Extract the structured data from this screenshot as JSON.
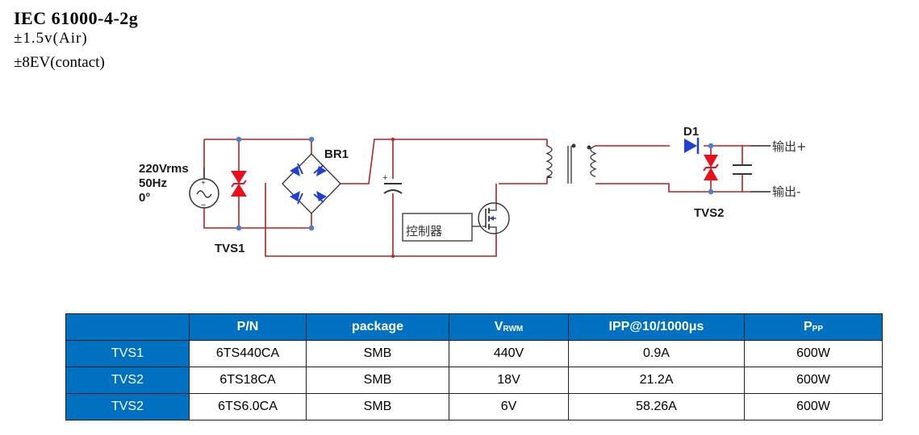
{
  "header": {
    "title": "IEC 61000-4-2g",
    "line1": "±1.5v(Air)",
    "line2": "±8EV(contact)"
  },
  "circuit": {
    "source_label": [
      "220Vrms",
      "50Hz",
      "0°"
    ],
    "bridge_label": "BR1",
    "tvs1_label": "TVS1",
    "tvs2_label": "TVS2",
    "diode_label": "D1",
    "controller_label": "控制器",
    "out_plus": "输出+",
    "out_minus": "输出-",
    "wire_color": "#b22222",
    "node_color": "#4a7fd4",
    "diode_blue": "#1f3fd8",
    "tvs_red": "#e8101a"
  },
  "table": {
    "header_color": "#0070c0",
    "columns": {
      "pn": "P/N",
      "package": "package",
      "vrwm_main": "V",
      "vrwm_sub": "RWM",
      "ipp": "IPP@10/1000μs",
      "ppp_main": "P",
      "ppp_sub": "PP"
    },
    "rows": [
      {
        "name": "TVS1",
        "pn": "6TS440CA",
        "package": "SMB",
        "vrwm": "440V",
        "ipp": "0.9A",
        "ppp": "600W"
      },
      {
        "name": "TVS2",
        "pn": "6TS18CA",
        "package": "SMB",
        "vrwm": "18V",
        "ipp": "21.2A",
        "ppp": "600W"
      },
      {
        "name": "TVS2",
        "pn": "6TS6.0CA",
        "package": "SMB",
        "vrwm": "6V",
        "ipp": "58.26A",
        "ppp": "600W"
      }
    ]
  }
}
